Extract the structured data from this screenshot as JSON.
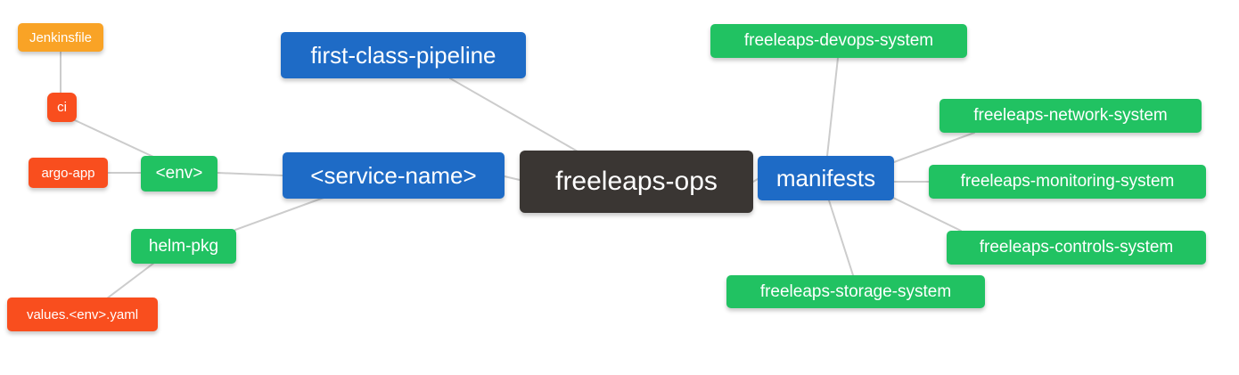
{
  "palette": {
    "orange": "#f9a326",
    "red": "#f94e1e",
    "green": "#21c262",
    "blue": "#1e6bc6",
    "dark": "#3a3633",
    "edge": "#cccccc",
    "background": "#ffffff",
    "text": "#ffffff"
  },
  "diagram": {
    "type": "mindmap",
    "root": "freeleaps-ops",
    "nodes": [
      {
        "id": "jenkinsfile",
        "label": "Jenkinsfile",
        "color": "orange"
      },
      {
        "id": "ci",
        "label": "ci",
        "color": "red"
      },
      {
        "id": "argo-app",
        "label": "argo-app",
        "color": "red"
      },
      {
        "id": "env",
        "label": "<env>",
        "color": "green"
      },
      {
        "id": "helm-pkg",
        "label": "helm-pkg",
        "color": "green"
      },
      {
        "id": "values-env-yaml",
        "label": "values.<env>.yaml",
        "color": "red"
      },
      {
        "id": "first-class-pipeline",
        "label": "first-class-pipeline",
        "color": "blue"
      },
      {
        "id": "service-name",
        "label": "<service-name>",
        "color": "blue"
      },
      {
        "id": "freeleaps-ops",
        "label": "freeleaps-ops",
        "color": "dark"
      },
      {
        "id": "manifests",
        "label": "manifests",
        "color": "blue"
      },
      {
        "id": "freeleaps-devops-system",
        "label": "freeleaps-devops-system",
        "color": "green"
      },
      {
        "id": "freeleaps-network-system",
        "label": "freeleaps-network-system",
        "color": "green"
      },
      {
        "id": "freeleaps-monitoring-system",
        "label": "freeleaps-monitoring-system",
        "color": "green"
      },
      {
        "id": "freeleaps-controls-system",
        "label": "freeleaps-controls-system",
        "color": "green"
      },
      {
        "id": "freeleaps-storage-system",
        "label": "freeleaps-storage-system",
        "color": "green"
      }
    ],
    "edges": [
      {
        "from": "jenkinsfile",
        "to": "ci"
      },
      {
        "from": "ci",
        "to": "env"
      },
      {
        "from": "argo-app",
        "to": "env"
      },
      {
        "from": "env",
        "to": "service-name"
      },
      {
        "from": "service-name",
        "to": "helm-pkg"
      },
      {
        "from": "helm-pkg",
        "to": "values-env-yaml"
      },
      {
        "from": "first-class-pipeline",
        "to": "freeleaps-ops"
      },
      {
        "from": "service-name",
        "to": "freeleaps-ops"
      },
      {
        "from": "freeleaps-ops",
        "to": "manifests"
      },
      {
        "from": "manifests",
        "to": "freeleaps-devops-system"
      },
      {
        "from": "manifests",
        "to": "freeleaps-network-system"
      },
      {
        "from": "manifests",
        "to": "freeleaps-monitoring-system"
      },
      {
        "from": "manifests",
        "to": "freeleaps-controls-system"
      },
      {
        "from": "manifests",
        "to": "freeleaps-storage-system"
      }
    ]
  }
}
